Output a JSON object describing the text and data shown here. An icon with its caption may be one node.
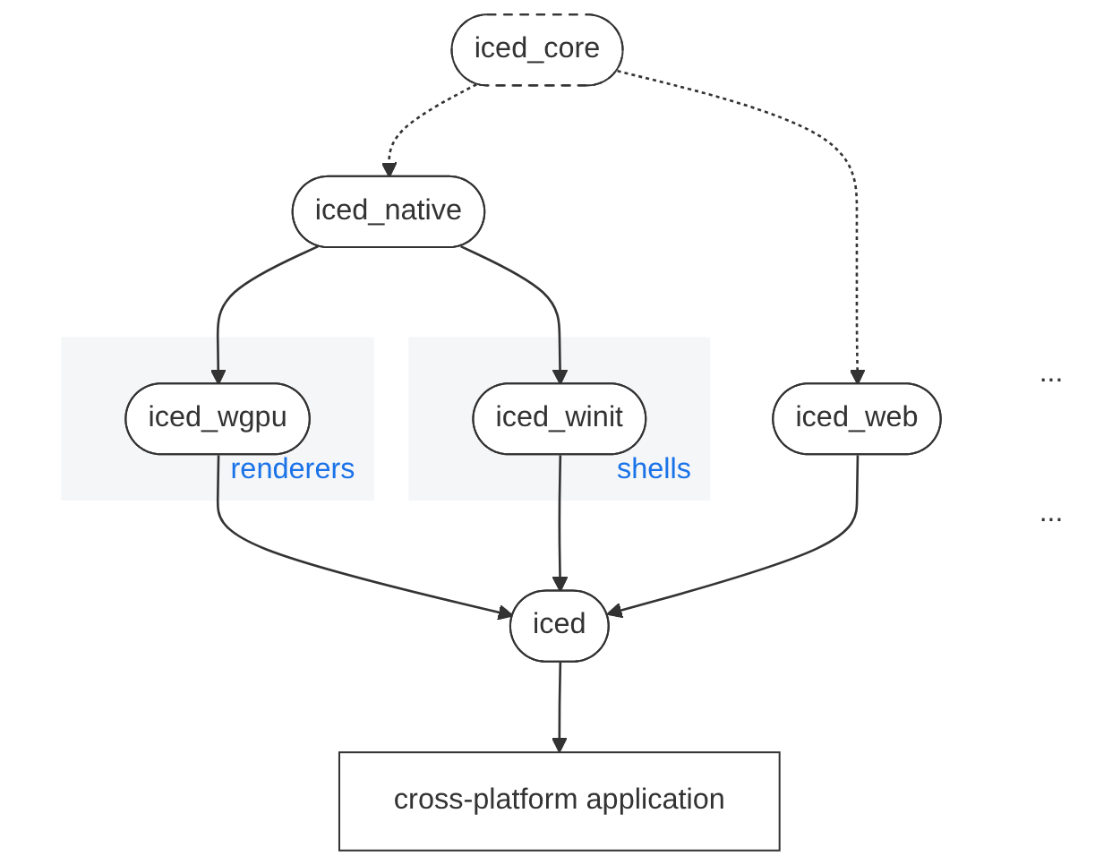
{
  "diagram": {
    "nodes": [
      {
        "text": [
          "iced_core"
        ]
      },
      {
        "text": [
          "iced_native"
        ]
      },
      {
        "text": [
          "iced_web"
        ]
      },
      {
        "text": [
          "renderers"
        ]
      },
      {
        "text": [
          "iced_wgpu"
        ],
        "in": 3
      },
      {
        "text": [
          "shells"
        ]
      },
      {
        "text": [
          "iced_winit"
        ],
        "in": 5
      },
      {
        "text": [
          "iced"
        ]
      },
      {
        "text": [
          "cross-platform application"
        ]
      }
    ],
    "edges": [
      {
        "from": 0,
        "to": 1,
        "arrow": "to",
        "style": "dashed"
      },
      {
        "from": 0,
        "to": 2,
        "arrow": "to",
        "style": "dashed"
      },
      {
        "from": 1,
        "to": 4,
        "arrow": "to"
      },
      {
        "from": 1,
        "to": 6,
        "arrow": "to"
      },
      {
        "from": 4,
        "to": 7,
        "arrow": "to"
      },
      {
        "from": 6,
        "to": 7,
        "arrow": "to"
      },
      {
        "from": 2,
        "to": 7,
        "arrow": "to"
      },
      {
        "from": 7,
        "to": 8,
        "arrow": "to"
      }
    ],
    "labels": [
      "...",
      "..."
    ]
  }
}
